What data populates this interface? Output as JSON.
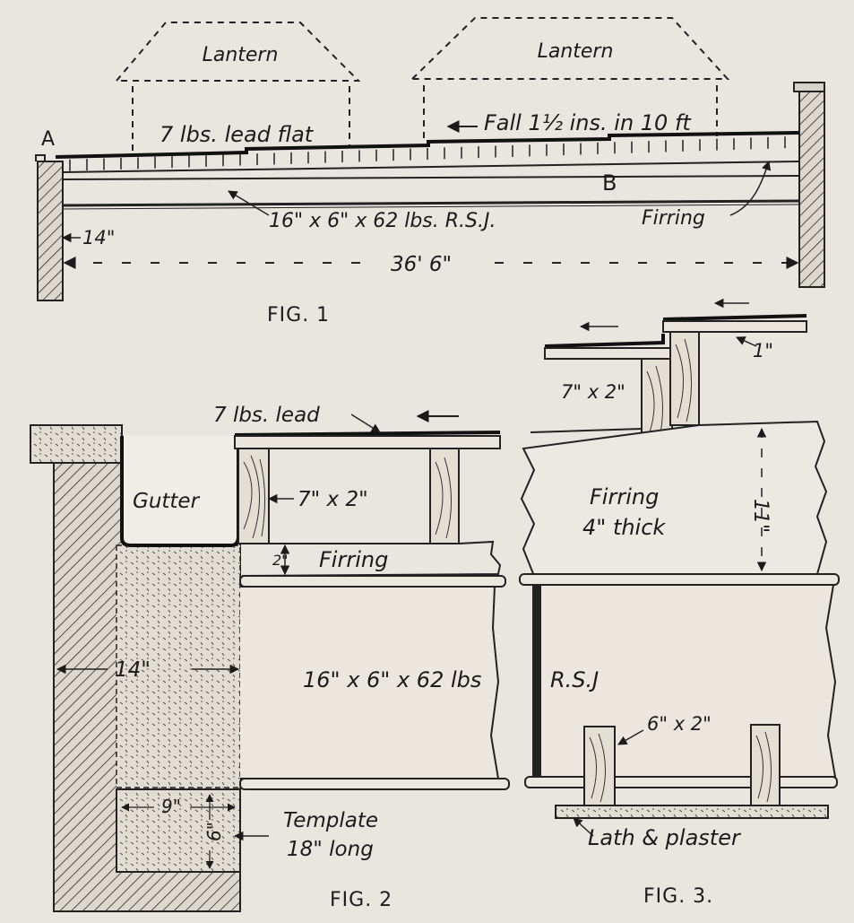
{
  "fig1": {
    "lantern_left": "Lantern",
    "lantern_right": "Lantern",
    "point_a": "A",
    "point_b": "B",
    "lead_flat": "7 lbs. lead flat",
    "fall": "Fall 1½ ins. in 10 ft",
    "rsj": "16\" x 6\" x 62 lbs. R.S.J.",
    "firring": "Firring",
    "wall": "14\"",
    "span": "36' 6\"",
    "caption": "FIG. 1"
  },
  "fig2": {
    "lead": "7 lbs. lead",
    "gutter": "Gutter",
    "joist": "7\" x 2\"",
    "firring": "Firring",
    "firring_dim": "2\"",
    "wall": "14\"",
    "rsj": "16\" x 6\" x 62 lbs",
    "template_w": "9\"",
    "template_h": "6\"",
    "template_line1": "Template",
    "template_line2": "18\" long",
    "caption": "FIG. 2"
  },
  "fig3": {
    "top_dim": "1\"",
    "joist": "7\" x 2\"",
    "firring_line1": "Firring",
    "firring_line2": "4\" thick",
    "firring_dim": "11\"",
    "rsj": "R.S.J",
    "ceiling_joist": "6\" x 2\"",
    "ceiling": "Lath & plaster",
    "caption": "FIG. 3."
  }
}
